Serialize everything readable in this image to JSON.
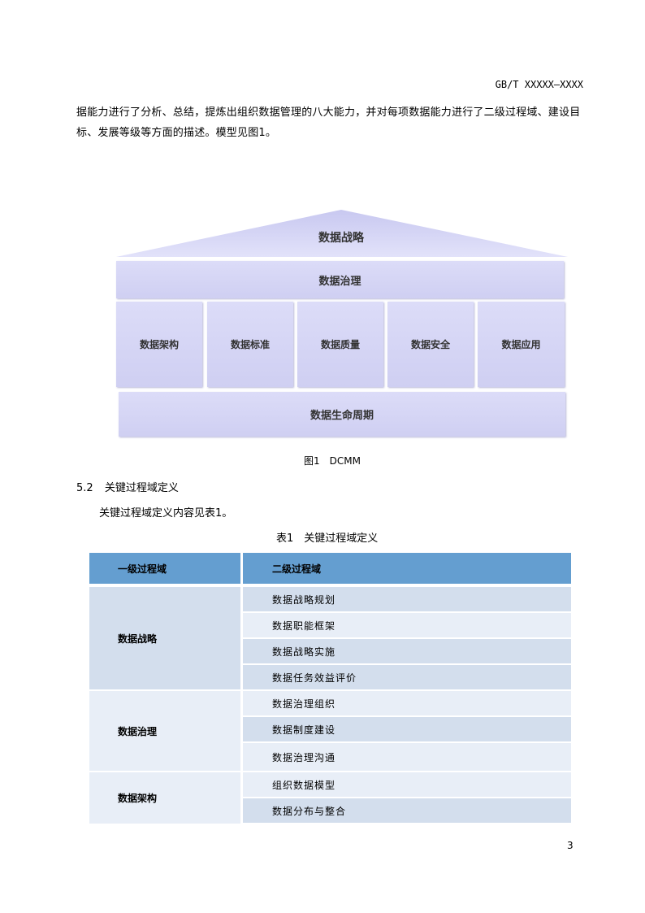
{
  "header": {
    "standard_number": "GB/T XXXXX—XXXX"
  },
  "intro_paragraph": "据能力进行了分析、总结，提炼出组织数据管理的八大能力，并对每项数据能力进行了二级过程域、建设目标、发展等级等方面的描述。模型见图1。",
  "figure": {
    "roof": "数据战略",
    "governance": "数据治理",
    "pillars": [
      "数据架构",
      "数据标准",
      "数据质量",
      "数据安全",
      "数据应用"
    ],
    "foundation": "数据生命周期",
    "caption": "图1　DCMM"
  },
  "section": {
    "number": "5.2",
    "title": "关键过程域定义",
    "body": "关键过程域定义内容见表1。"
  },
  "table": {
    "caption": "表1　关键过程域定义",
    "headers": [
      "一级过程域",
      "二级过程域"
    ],
    "groups": [
      {
        "name": "数据战略",
        "items": [
          "数据战略规划",
          "数据职能框架",
          "数据战略实施",
          "数据任务效益评价"
        ]
      },
      {
        "name": "数据治理",
        "items": [
          "数据治理组织",
          "数据制度建设",
          "数据治理沟通"
        ]
      },
      {
        "name": "数据架构",
        "items": [
          "组织数据模型",
          "数据分布与整合"
        ]
      }
    ]
  },
  "page_number": "3"
}
